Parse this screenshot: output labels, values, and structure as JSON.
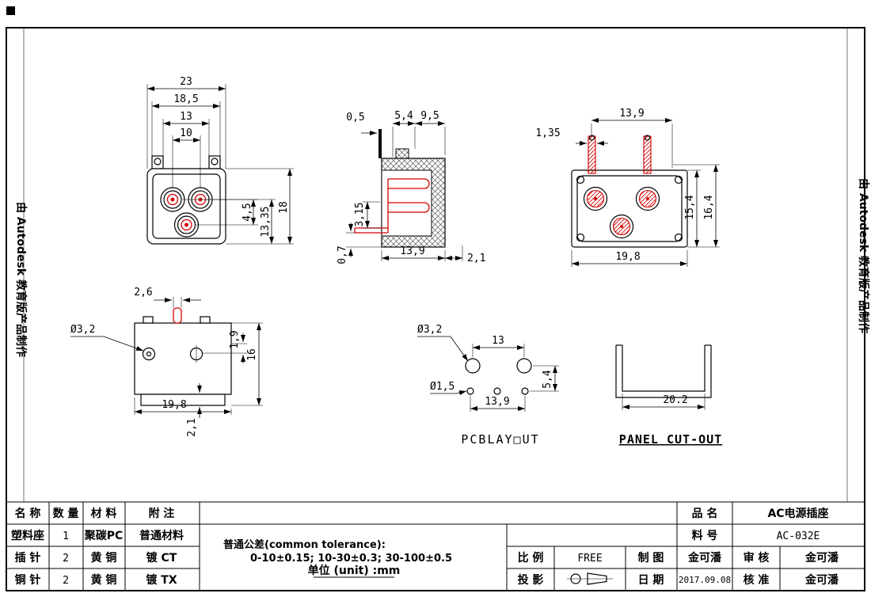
{
  "watermark": {
    "left": "由 Autodesk 教育版产品制作",
    "right": "由 Autodesk 教育版产品制作"
  },
  "views": {
    "front": {
      "d23": "23",
      "d185": "18,5",
      "d13": "13",
      "d10": "10",
      "d45": "4,5",
      "d1335": "13,35",
      "d18": "18"
    },
    "side": {
      "d05": "0,5",
      "d54": "5,4",
      "d95": "9,5",
      "d315": "3,15",
      "d07": "0,7",
      "d139": "13,9",
      "d21": "2,1"
    },
    "rear": {
      "d139": "13,9",
      "d135": "1,35",
      "d154": "15,4",
      "d164": "16,4",
      "d198": "19,8"
    },
    "bottom": {
      "d26": "2,6",
      "dia32": "Ø3,2",
      "d19": "1,9",
      "d16": "16",
      "d198": "19,8",
      "d21": "2,1"
    },
    "pcb": {
      "dia32": "Ø3,2",
      "d13": "13",
      "dia15": "Ø1,5",
      "d139": "13,9",
      "d54": "5,4",
      "label": "PCBLAY□UT"
    },
    "panel": {
      "d202": "20.2",
      "label": "PANEL CUT-OUT"
    }
  },
  "table": {
    "bom": {
      "headers": [
        "名 称",
        "数 量",
        "材 料",
        "附 注"
      ],
      "rows": [
        [
          "塑料座",
          "1",
          "聚碳PC",
          "普通材料"
        ],
        [
          "插 针",
          "2",
          "黄 铜",
          "镀 CT"
        ],
        [
          "铜 针",
          "2",
          "黄 铜",
          "镀 TX"
        ]
      ]
    },
    "tolerance": {
      "line1": "普通公差(common tolerance):",
      "line2": "0-10±0.15; 10-30±0.3; 30-100±0.5",
      "line3": "单位 (unit) :mm"
    },
    "info": {
      "product_label": "品 名",
      "product_value": "AC电源插座",
      "part_label": "料 号",
      "part_value": "AC-032E",
      "scale_label": "比 例",
      "scale_value": "FREE",
      "draw_label": "制 图",
      "draw_value": "金可潘",
      "check_label": "审 核",
      "check_value": "金可潘",
      "proj_label": "投 影",
      "date_label": "日 期",
      "date_value": "2017.09.08",
      "approve_label": "核 准",
      "approve_value": "金可潘"
    }
  }
}
